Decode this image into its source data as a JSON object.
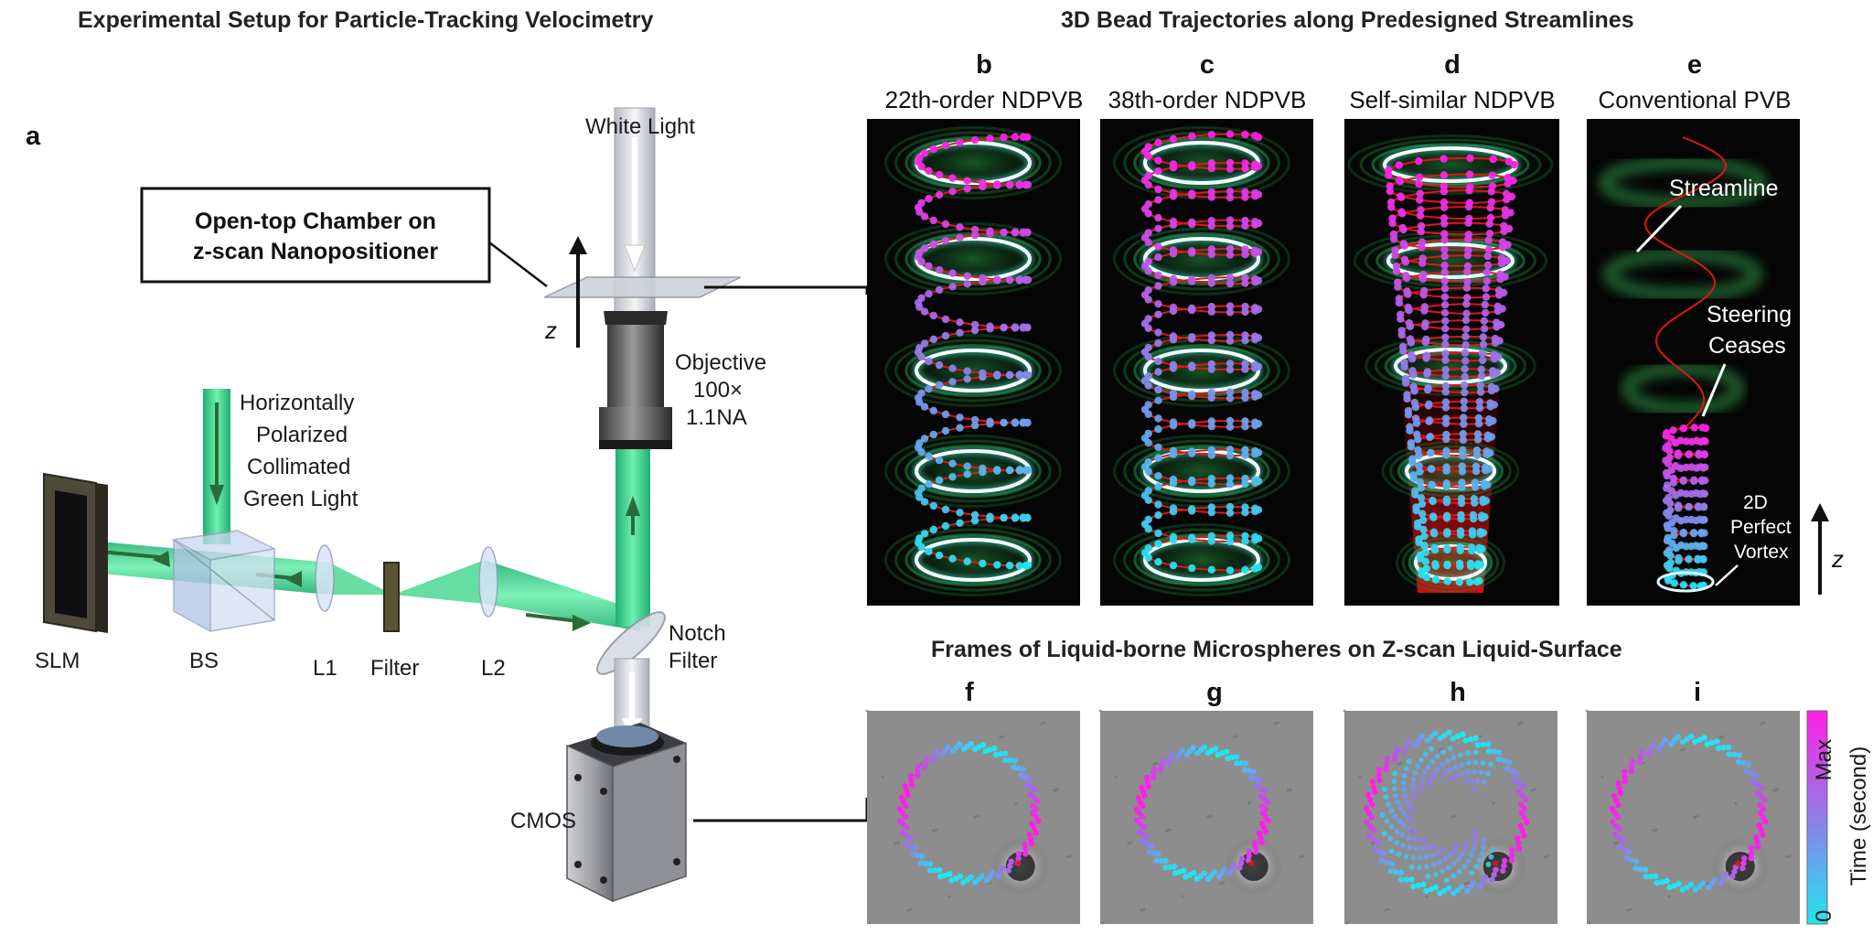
{
  "titles": {
    "setup": "Experimental Setup for Particle-Tracking Velocimetry",
    "trajectories": "3D Bead Trajectories along Predesigned Streamlines",
    "frames": "Frames of Liquid-borne Microspheres on Z-scan Liquid-Surface"
  },
  "setup": {
    "panel_letter": "a",
    "chamber_line1": "Open-top Chamber on",
    "chamber_line2": "z-scan Nanopositioner",
    "white_light": "White Light",
    "z_axis": "z",
    "objective_line1": "Objective",
    "objective_line2": "100×",
    "objective_line3": "1.1NA",
    "source_line1": "Horizontally",
    "source_line2": "Polarized",
    "source_line3": "Collimated",
    "source_line4": "Green Light",
    "slm": "SLM",
    "bs": "BS",
    "l1": "L1",
    "filter": "Filter",
    "l2": "L2",
    "notch_line1": "Notch",
    "notch_line2": "Filter",
    "cmos": "CMOS"
  },
  "trajectory_panels": [
    {
      "letter": "b",
      "label": "22th-order NDPVB"
    },
    {
      "letter": "c",
      "label": "38th-order NDPVB"
    },
    {
      "letter": "d",
      "label": "Self-similar NDPVB"
    },
    {
      "letter": "e",
      "label": "Conventional PVB"
    }
  ],
  "annotations": {
    "streamline": "Streamline",
    "steering_line1": "Steering",
    "steering_line2": "Ceases",
    "vortex_line1": "2D",
    "vortex_line2": "Perfect",
    "vortex_line3": "Vortex",
    "z_axis": "z"
  },
  "frame_panels": [
    {
      "letter": "f"
    },
    {
      "letter": "g"
    },
    {
      "letter": "h"
    },
    {
      "letter": "i"
    }
  ],
  "colorbar": {
    "max_label": "Max",
    "min_label": "0",
    "title": "Time (second)",
    "color_low": "#22e5f0",
    "color_high": "#ff1fe6"
  },
  "colors": {
    "laser_green": "#2fd68a",
    "beam_dark_bg": "#050505",
    "trajectory_red": "#e01515"
  }
}
